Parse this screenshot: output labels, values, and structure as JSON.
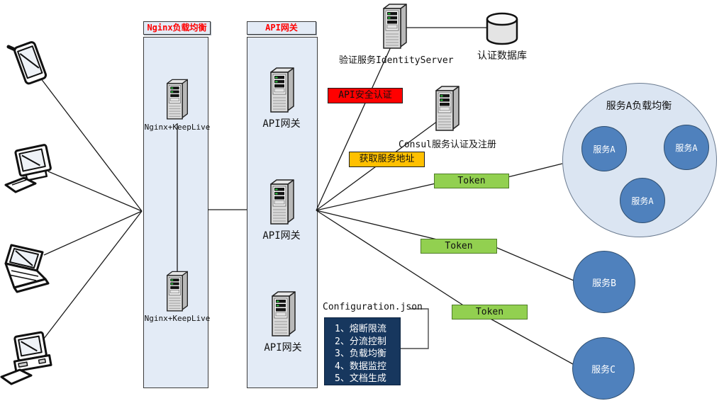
{
  "nginx_column": {
    "title": "Nginx负载均衡",
    "server1_label": "Nginx+KeepLive",
    "server2_label": "Nginx+KeepLive"
  },
  "api_column": {
    "title": "API网关",
    "server1_label": "API网关",
    "server2_label": "API网关",
    "server3_label": "API网关"
  },
  "identity": {
    "label": "验证服务IdentityServer"
  },
  "database": {
    "label": "认证数据库"
  },
  "consul": {
    "label": "Consul服务认证及注册"
  },
  "badges": {
    "api_auth": "API安全认证",
    "get_addr": "获取服务地址",
    "token1": "Token",
    "token2": "Token",
    "token3": "Token"
  },
  "config": {
    "title": "Configuration.json",
    "items": [
      "1、熔断限流",
      "2、分流控制",
      "3、负载均衡",
      "4、数据监控",
      "5、文档生成"
    ]
  },
  "cluster_a": {
    "title": "服务A负载均衡",
    "node1": "服务A",
    "node2": "服务A",
    "node3": "服务A"
  },
  "service_b": {
    "label": "服务B"
  },
  "service_c": {
    "label": "服务C"
  },
  "colors": {
    "header_text_red": "#FF0000",
    "badge_red": "#FF0000",
    "badge_orange": "#FFC000",
    "badge_green": "#92D050",
    "config_navy": "#17375E",
    "node_blue": "#4F81BD",
    "column_blue": "#E3EBF6",
    "cluster_fill": "#DBE5F2"
  }
}
